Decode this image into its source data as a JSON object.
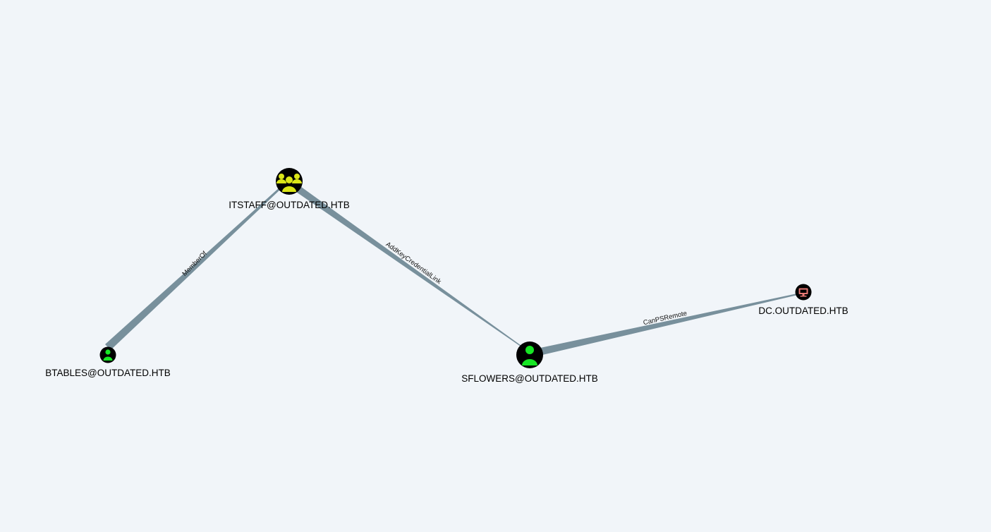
{
  "colors": {
    "background": "#f1f5f9",
    "edge": "#78909c",
    "node_outline": "#000000",
    "user_icon": "#17e625",
    "group_icon": "#dbe617",
    "computer_icon": "#e67873",
    "label_text": "#000000"
  },
  "nodes": [
    {
      "id": "itstaff",
      "type": "group",
      "icon": "group-icon",
      "label": "ITSTAFF@OUTDATED.HTB"
    },
    {
      "id": "btables",
      "type": "user",
      "icon": "user-icon",
      "label": "BTABLES@OUTDATED.HTB"
    },
    {
      "id": "sflowers",
      "type": "user",
      "icon": "user-icon",
      "label": "SFLOWERS@OUTDATED.HTB"
    },
    {
      "id": "dc",
      "type": "computer",
      "icon": "computer-icon",
      "label": "DC.OUTDATED.HTB"
    }
  ],
  "edges": [
    {
      "id": "memberof",
      "from": "btables",
      "to": "itstaff",
      "label": "MemberOf"
    },
    {
      "id": "addkeycredentiallink",
      "from": "itstaff",
      "to": "sflowers",
      "label": "AddKeyCredentialLink"
    },
    {
      "id": "canpsremote",
      "from": "sflowers",
      "to": "dc",
      "label": "CanPSRemote"
    }
  ]
}
